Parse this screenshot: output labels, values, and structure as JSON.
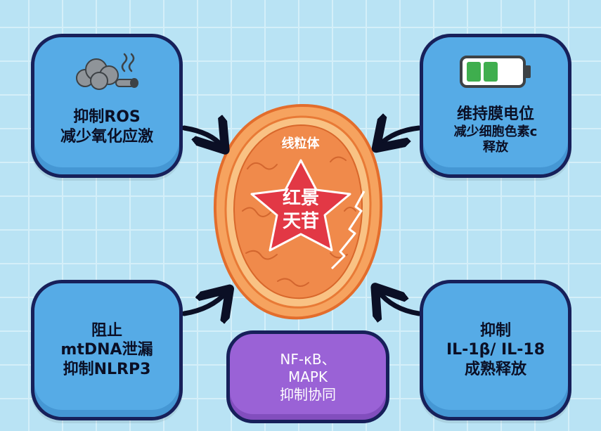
{
  "center": {
    "organelle_label": "线粒体",
    "name_lines": [
      "红景",
      "天苷"
    ]
  },
  "cards": {
    "top_left": {
      "lines": [
        "抑制ROS",
        "减少氧化应激"
      ],
      "icon": "smoke-cloud-icon"
    },
    "top_right": {
      "lines": [
        "维持膜电位",
        "减少细胞色素c",
        "释放"
      ],
      "icon": "battery-icon"
    },
    "bottom_left": {
      "lines": [
        "阻止",
        "mtDNA泄漏",
        "抑制NLRP3"
      ]
    },
    "bottom_right": {
      "lines": [
        "抑制",
        "IL-1β/ IL-18",
        "成熟释放"
      ]
    },
    "bottom_middle": {
      "lines": [
        "NF-κB、",
        "MAPK",
        "抑制协同"
      ]
    }
  },
  "colors": {
    "card_blue": "#56abe6",
    "card_purple": "#9a62d6",
    "outline": "#17205a",
    "star_red": "#e23845",
    "mito_orange": "#f08a4b",
    "battery_green": "#3fae4e"
  }
}
